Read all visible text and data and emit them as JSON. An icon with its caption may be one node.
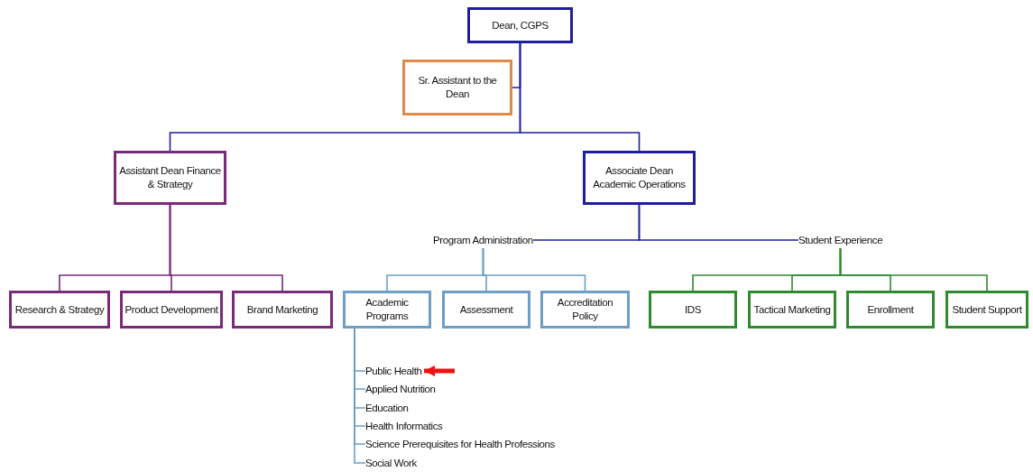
{
  "diagram": {
    "nodes": [
      {
        "text": [
          "Dean, CGPS"
        ]
      },
      {
        "text": [
          "Sr. Assistant to the Dean"
        ]
      },
      {
        "text": [
          "Assistant Dean Finance & Strategy"
        ]
      },
      {
        "text": [
          "Associate Dean Academic Operations"
        ]
      },
      {
        "text": [
          "Program Administration"
        ]
      },
      {
        "text": [
          "Student Experience"
        ]
      },
      {
        "text": [
          "Research & Strategy"
        ]
      },
      {
        "text": [
          "Product Development"
        ]
      },
      {
        "text": [
          "Brand Marketing"
        ]
      },
      {
        "text": [
          "Academic Programs"
        ]
      },
      {
        "text": [
          "Assessment"
        ]
      },
      {
        "text": [
          "Accreditation Policy"
        ]
      },
      {
        "text": [
          "IDS"
        ]
      },
      {
        "text": [
          "Tactical Marketing"
        ]
      },
      {
        "text": [
          "Enrollment"
        ]
      },
      {
        "text": [
          "Student Support"
        ]
      },
      {
        "text": [
          "Public Health"
        ]
      },
      {
        "text": [
          "Applied Nutrition"
        ]
      },
      {
        "text": [
          "Education"
        ]
      },
      {
        "text": [
          "Health Informatics"
        ]
      },
      {
        "text": [
          "Science Prerequisites for Health Professions"
        ]
      },
      {
        "text": [
          "Social Work"
        ]
      }
    ],
    "edges": [
      {
        "from": 0,
        "to": 1,
        "arrow": "none",
        "color": "#1f1f9c"
      },
      {
        "from": 0,
        "to": 2,
        "arrow": "none",
        "color": "#1f1f9c"
      },
      {
        "from": 0,
        "to": 3,
        "arrow": "none",
        "color": "#1f1f9c"
      },
      {
        "from": 3,
        "to": 4,
        "arrow": "none",
        "color": "#1f1f9c"
      },
      {
        "from": 3,
        "to": 5,
        "arrow": "none",
        "color": "#1f1f9c"
      },
      {
        "from": 2,
        "to": 6,
        "arrow": "none",
        "color": "#7b2a7b"
      },
      {
        "from": 2,
        "to": 7,
        "arrow": "none",
        "color": "#7b2a7b"
      },
      {
        "from": 2,
        "to": 8,
        "arrow": "none",
        "color": "#7b2a7b"
      },
      {
        "from": 4,
        "to": 9,
        "arrow": "none"
      },
      {
        "from": 4,
        "to": 10,
        "arrow": "none"
      },
      {
        "from": 4,
        "to": 11,
        "arrow": "none"
      },
      {
        "from": 5,
        "to": 12,
        "arrow": "none",
        "color": "#2f8a2f"
      },
      {
        "from": 5,
        "to": 13,
        "arrow": "none",
        "color": "#2f8a2f"
      },
      {
        "from": 5,
        "to": 14,
        "arrow": "none",
        "color": "#2f8a2f"
      },
      {
        "from": 5,
        "to": 15,
        "arrow": "none",
        "color": "#2f8a2f"
      },
      {
        "from": 9,
        "to": 16,
        "arrow": "none"
      },
      {
        "from": 9,
        "to": 17,
        "arrow": "none"
      },
      {
        "from": 9,
        "to": 18,
        "arrow": "none"
      },
      {
        "from": 9,
        "to": 19,
        "arrow": "none"
      },
      {
        "from": 9,
        "to": 20,
        "arrow": "none"
      },
      {
        "from": 9,
        "to": 21,
        "arrow": "none"
      },
      {
        "from": null,
        "to": 16,
        "arrow": "to",
        "style": "thick",
        "color": "#ee1111"
      }
    ]
  }
}
